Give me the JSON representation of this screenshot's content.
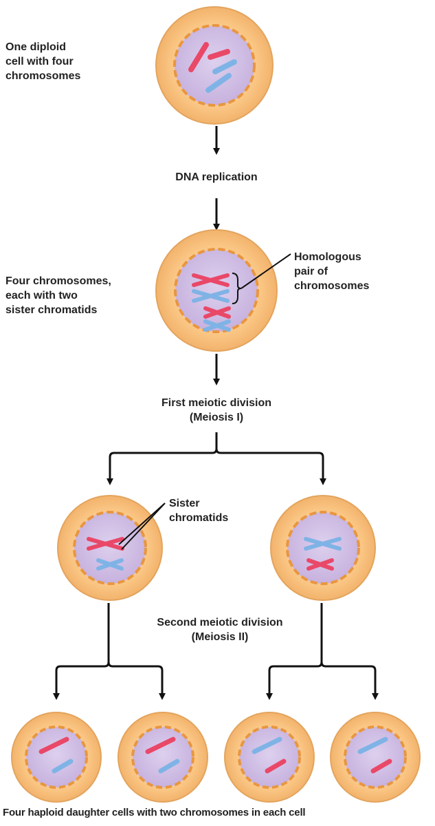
{
  "labels": {
    "diploid_cell": [
      "One diploid",
      "cell with four",
      "chromosomes"
    ],
    "dna_replication": "DNA replication",
    "four_chromosomes": [
      "Four chromosomes,",
      "each with two",
      "sister chromatids"
    ],
    "homologous_pair": [
      "Homologous",
      "pair of",
      "chromosomes"
    ],
    "meiosis_one": [
      "First meiotic division",
      "(Meiosis I)"
    ],
    "sister_chromatids": [
      "Sister",
      "chromatids"
    ],
    "meiosis_two": [
      "Second meiotic division",
      "(Meiosis II)"
    ],
    "daughter_cells": "Four haploid daughter cells with two chromosomes in each cell"
  },
  "colors": {
    "cell_outer": "#f7be7a",
    "cell_ring": "#e89a47",
    "nucleus": "#cdb9e3",
    "chromosome_red": "#e94868",
    "chromosome_blue": "#7fb3e6",
    "arrow": "#111111"
  }
}
